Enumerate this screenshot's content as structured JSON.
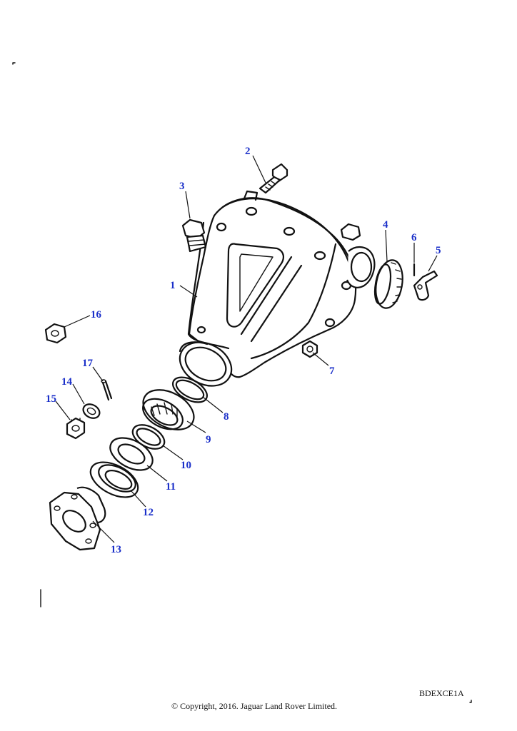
{
  "callouts": [
    {
      "n": "1"
    },
    {
      "n": "2"
    },
    {
      "n": "3"
    },
    {
      "n": "4"
    },
    {
      "n": "5"
    },
    {
      "n": "6"
    },
    {
      "n": "7"
    },
    {
      "n": "8"
    },
    {
      "n": "9"
    },
    {
      "n": "10"
    },
    {
      "n": "11"
    },
    {
      "n": "12"
    },
    {
      "n": "13"
    },
    {
      "n": "14"
    },
    {
      "n": "15"
    },
    {
      "n": "16"
    },
    {
      "n": "17"
    }
  ],
  "figure_code": "BDEXCE1A",
  "copyright": "© Copyright, 2016. Jaguar Land Rover Limited.",
  "colors": {
    "callout": "#1a2fc9",
    "line": "#111111"
  }
}
